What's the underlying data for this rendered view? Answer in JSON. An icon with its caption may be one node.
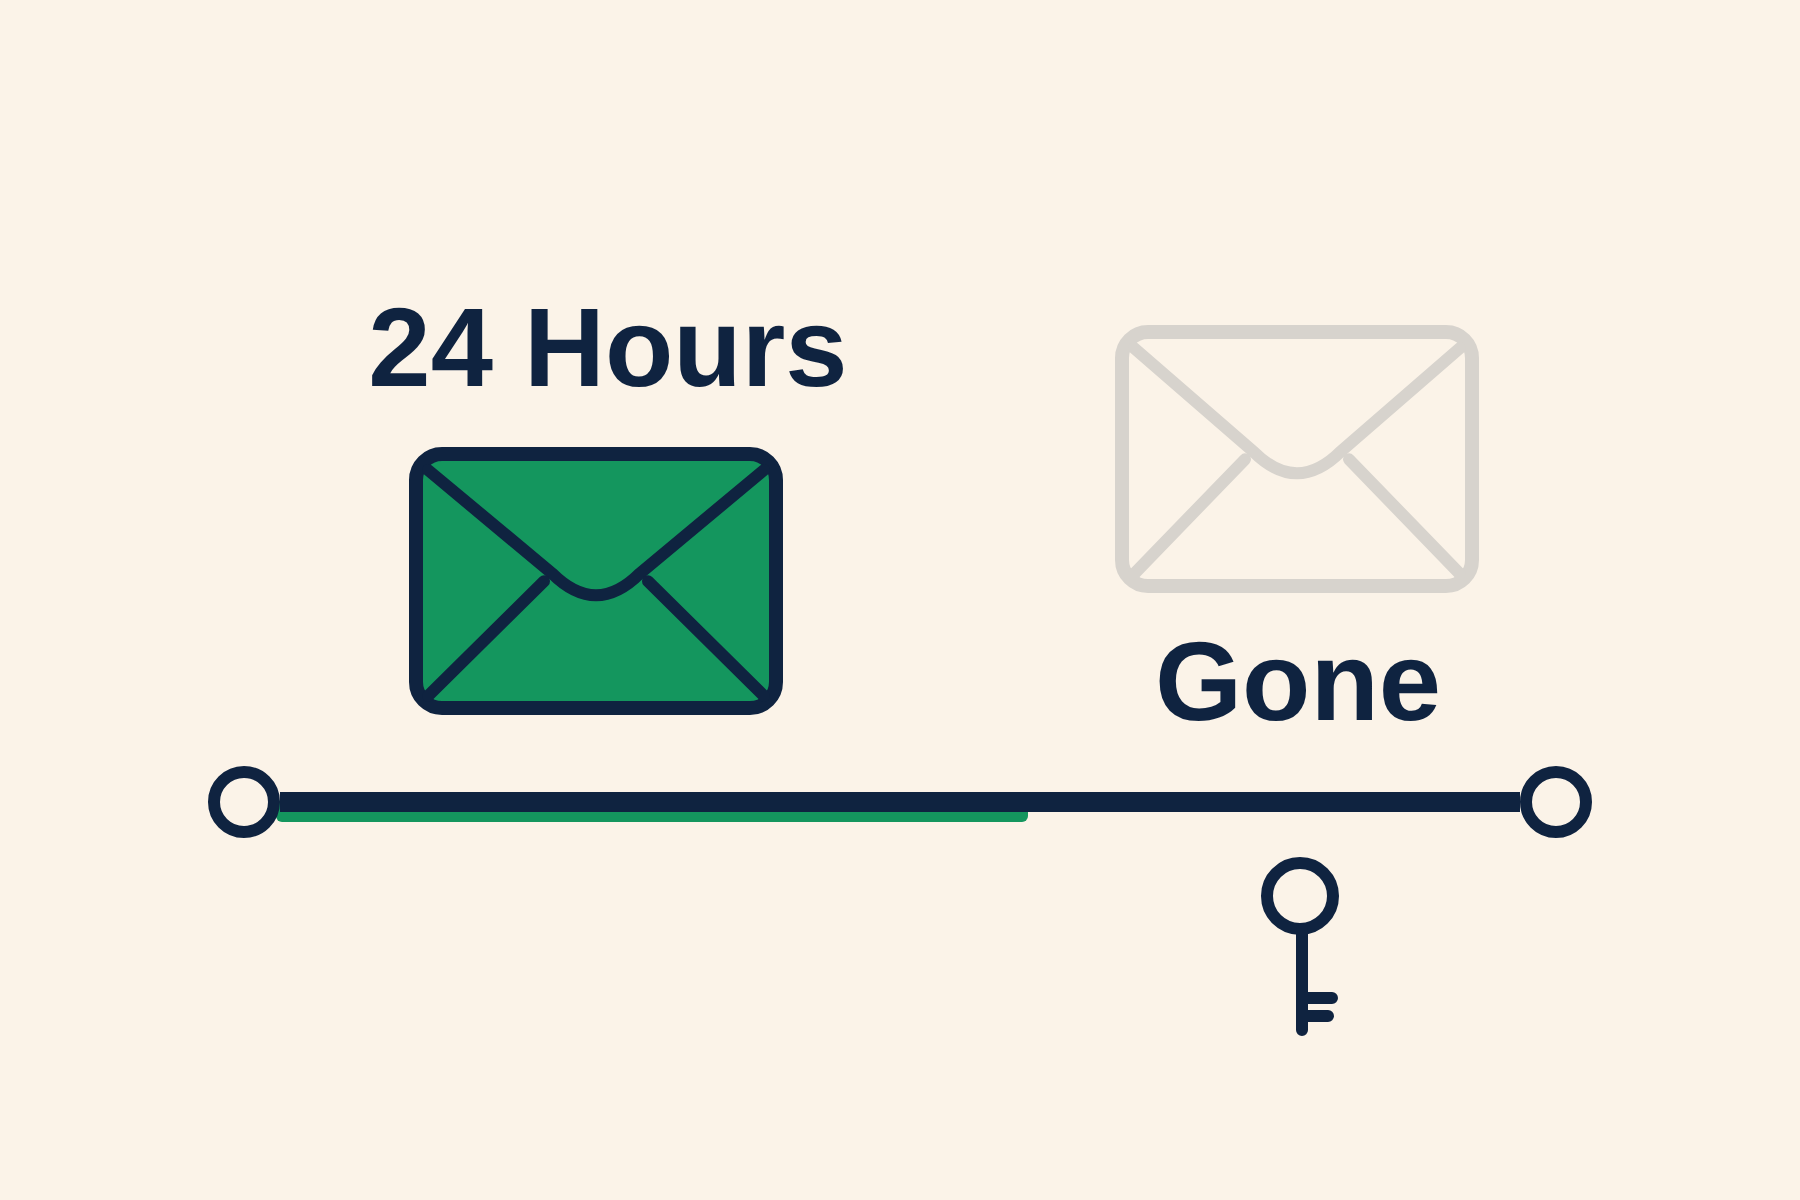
{
  "diagram": {
    "nodes": [
      {
        "text": [],
        "shape": "circle"
      },
      {
        "text": [],
        "shape": "circle"
      }
    ],
    "edges": [
      {
        "from": 0,
        "to": 1,
        "arrow": "none"
      }
    ],
    "labels": [
      "24 Hours",
      "Gone"
    ]
  }
}
